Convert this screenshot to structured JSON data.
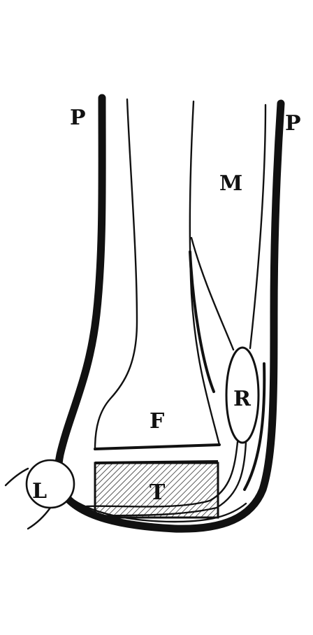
{
  "labels": {
    "p_left": "P",
    "p_right": "P",
    "m": "M",
    "f": "F",
    "r": "R",
    "t": "T",
    "l": "L"
  },
  "colors": {
    "ink": "#111111",
    "paper": "#ffffff"
  }
}
